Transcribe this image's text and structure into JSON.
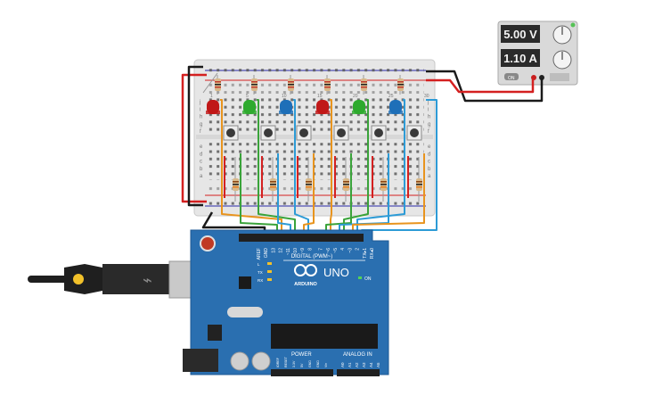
{
  "power_supply": {
    "voltage_display": "5.00 V",
    "current_display": "1.10 A",
    "on_label": "ON"
  },
  "arduino": {
    "logo_text": "ARDUINO",
    "model_text": "UNO",
    "digital_label": "DIGITAL (PWM~)",
    "power_label": "POWER",
    "analog_label": "ANALOG IN",
    "on_led_label": "ON",
    "led_labels": [
      "L",
      "TX",
      "RX"
    ],
    "digital_pins": [
      "AREF",
      "GND",
      "13",
      "12",
      "~11",
      "~10",
      "~9",
      "8",
      "7",
      "~6",
      "~5",
      "4",
      "~3",
      "2",
      "TX▸1",
      "RX◂0"
    ],
    "power_pins": [
      "IOREF",
      "RESET",
      "3.3V",
      "5V",
      "GND",
      "GND",
      "Vin"
    ],
    "analog_pins": [
      "A0",
      "A1",
      "A2",
      "A3",
      "A4",
      "A5"
    ]
  },
  "breadboard": {
    "row_letters_top": [
      "j",
      "i",
      "h",
      "g",
      "f"
    ],
    "row_letters_bottom": [
      "e",
      "d",
      "c",
      "b",
      "a"
    ],
    "column_numbers": [
      "1",
      "5",
      "10",
      "15",
      "20",
      "25",
      "30"
    ]
  },
  "components": {
    "leds": [
      {
        "color": "red"
      },
      {
        "color": "green"
      },
      {
        "color": "blue"
      },
      {
        "color": "red"
      },
      {
        "color": "green"
      },
      {
        "color": "blue"
      }
    ],
    "button_count": 6
  },
  "colors": {
    "board_blue": "#2a6fb0",
    "breadboard": "#e6e6e6",
    "wire_orange": "#e8941e",
    "wire_green": "#3aa33a",
    "wire_blue": "#2d9bd6",
    "wire_red": "#d42020",
    "wire_black": "#1a1a1a",
    "led_red": "#c01818",
    "led_green": "#2eaa2e",
    "led_blue": "#1e6fb8"
  }
}
